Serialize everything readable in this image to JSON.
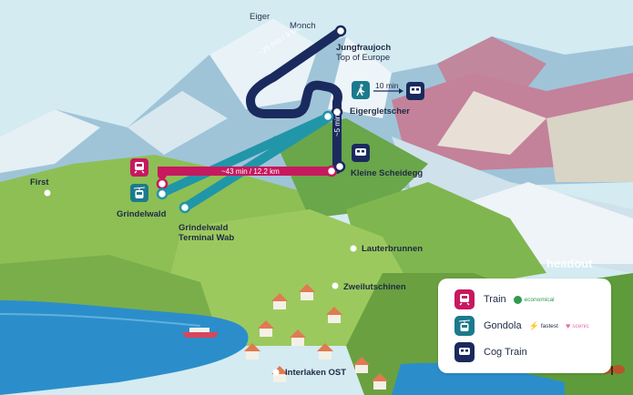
{
  "peaks": {
    "eiger": "Eiger",
    "monch": "Monch"
  },
  "stations": {
    "jungfraujoch_line1": "Jungfraujoch",
    "jungfraujoch_line2": "Top of Europe",
    "eigergletscher": "Eigergletscher",
    "kleine_scheidegg": "Kleine Scheidegg",
    "grindelwald": "Grindelwald",
    "terminal_line1": "Grindelwald",
    "terminal_line2": "Terminal Wab",
    "first": "First",
    "lauterbrunnen": "Lauterbrunnen",
    "zweilutschinen": "Zweilutschinen",
    "interlaken": "Interlaken OST"
  },
  "routes": {
    "cog_upper": "~25 min / 9 km",
    "cog_lower": "~5 min",
    "train": "~43 min / 12.2 km",
    "walk": "10 min"
  },
  "brand": "headout",
  "legend": {
    "items": [
      {
        "label": "Train",
        "color": "#c8185f",
        "icon": "train-icon",
        "tags": [
          {
            "text": "economical",
            "color": "#2e9b4e",
            "icon": "money-icon"
          }
        ]
      },
      {
        "label": "Gondola",
        "color": "#1b7a8c",
        "icon": "gondola-icon",
        "tags": [
          {
            "text": "fastest",
            "color": "#e6a21c",
            "icon": "lightning-icon"
          },
          {
            "text": "scenic",
            "color": "#e76fae",
            "icon": "heart-icon"
          }
        ]
      },
      {
        "label": "Cog Train",
        "color": "#1a2a5e",
        "icon": "cog-train-icon",
        "tags": []
      }
    ]
  },
  "colors": {
    "train": "#c8185f",
    "gondola": "#2196a8",
    "cog": "#1a2a5e",
    "sky": "#cfe6f0",
    "grass": "#8fc25a"
  }
}
